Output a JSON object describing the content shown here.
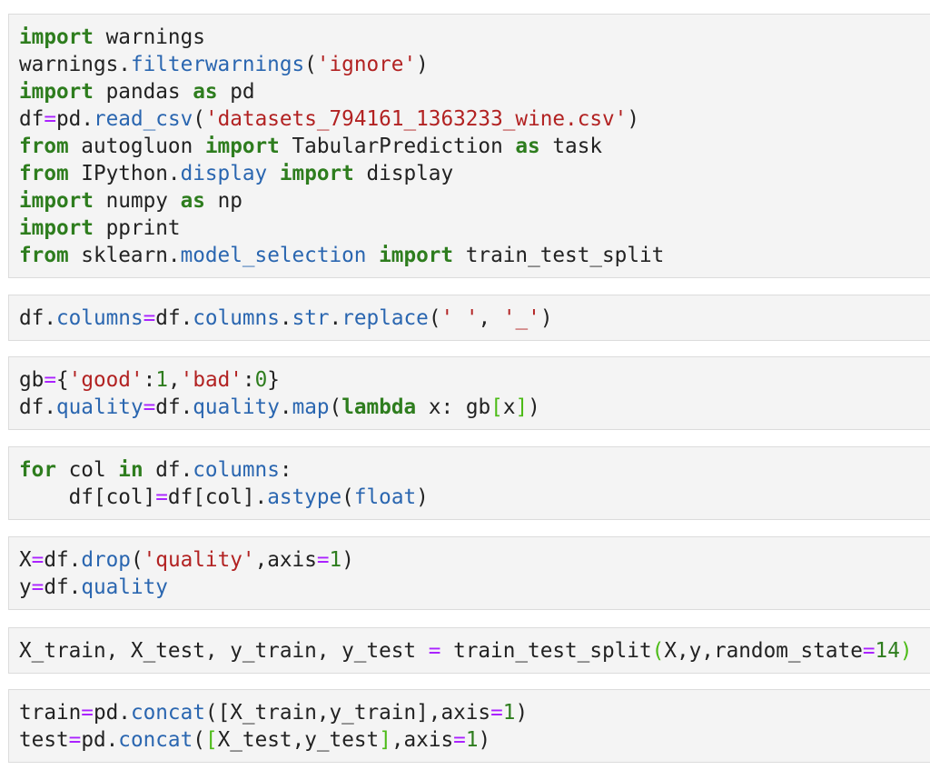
{
  "cells": [
    {
      "lines": [
        [
          [
            "k",
            "import"
          ],
          [
            "n",
            " warnings"
          ]
        ],
        [
          [
            "n",
            "warnings."
          ],
          [
            "p",
            "filterwarnings"
          ],
          [
            "n",
            "("
          ],
          [
            "s",
            "'ignore'"
          ],
          [
            "n",
            ")"
          ]
        ],
        [
          [
            "k",
            "import"
          ],
          [
            "n",
            " pandas "
          ],
          [
            "k",
            "as"
          ],
          [
            "n",
            " pd"
          ]
        ],
        [
          [
            "n",
            "df"
          ],
          [
            "o",
            "="
          ],
          [
            "n",
            "pd."
          ],
          [
            "p",
            "read_csv"
          ],
          [
            "n",
            "("
          ],
          [
            "s",
            "'datasets_794161_1363233_wine.csv'"
          ],
          [
            "n",
            ")"
          ]
        ],
        [
          [
            "k",
            "from"
          ],
          [
            "n",
            " autogluon "
          ],
          [
            "k",
            "import"
          ],
          [
            "n",
            " TabularPrediction "
          ],
          [
            "k",
            "as"
          ],
          [
            "n",
            " task"
          ]
        ],
        [
          [
            "k",
            "from"
          ],
          [
            "n",
            " IPython."
          ],
          [
            "p",
            "display"
          ],
          [
            "n",
            " "
          ],
          [
            "k",
            "import"
          ],
          [
            "n",
            " display"
          ]
        ],
        [
          [
            "k",
            "import"
          ],
          [
            "n",
            " numpy "
          ],
          [
            "k",
            "as"
          ],
          [
            "n",
            " np"
          ]
        ],
        [
          [
            "k",
            "import"
          ],
          [
            "n",
            " pprint"
          ]
        ],
        [
          [
            "k",
            "from"
          ],
          [
            "n",
            " sklearn."
          ],
          [
            "p",
            "model_selection"
          ],
          [
            "n",
            " "
          ],
          [
            "k",
            "import"
          ],
          [
            "n",
            " train_test_split"
          ]
        ]
      ]
    },
    {
      "lines": [
        [
          [
            "n",
            "df."
          ],
          [
            "p",
            "columns"
          ],
          [
            "o",
            "="
          ],
          [
            "n",
            "df."
          ],
          [
            "p",
            "columns"
          ],
          [
            "n",
            "."
          ],
          [
            "p",
            "str"
          ],
          [
            "n",
            "."
          ],
          [
            "p",
            "replace"
          ],
          [
            "n",
            "("
          ],
          [
            "s",
            "' '"
          ],
          [
            "n",
            ", "
          ],
          [
            "s",
            "'_'"
          ],
          [
            "n",
            ")"
          ]
        ]
      ]
    },
    {
      "lines": [
        [
          [
            "n",
            "gb"
          ],
          [
            "o",
            "="
          ],
          [
            "n",
            "{"
          ],
          [
            "s",
            "'good'"
          ],
          [
            "n",
            ":"
          ],
          [
            "m",
            "1"
          ],
          [
            "n",
            ","
          ],
          [
            "s",
            "'bad'"
          ],
          [
            "n",
            ":"
          ],
          [
            "m",
            "0"
          ],
          [
            "n",
            "}"
          ]
        ],
        [
          [
            "n",
            "df."
          ],
          [
            "p",
            "quality"
          ],
          [
            "o",
            "="
          ],
          [
            "n",
            "df."
          ],
          [
            "p",
            "quality"
          ],
          [
            "n",
            "."
          ],
          [
            "p",
            "map"
          ],
          [
            "n",
            "("
          ],
          [
            "k",
            "lambda"
          ],
          [
            "n",
            " x: gb"
          ],
          [
            "b",
            "["
          ],
          [
            "n",
            "x"
          ],
          [
            "b",
            "]"
          ],
          [
            "n",
            ")"
          ]
        ]
      ]
    },
    {
      "lines": [
        [
          [
            "k",
            "for"
          ],
          [
            "n",
            " col "
          ],
          [
            "k",
            "in"
          ],
          [
            "n",
            " df."
          ],
          [
            "p",
            "columns"
          ],
          [
            "n",
            ":"
          ]
        ],
        [
          [
            "n",
            "    df[col]"
          ],
          [
            "o",
            "="
          ],
          [
            "n",
            "df[col]."
          ],
          [
            "p",
            "astype"
          ],
          [
            "n",
            "("
          ],
          [
            "p",
            "float"
          ],
          [
            "n",
            ")"
          ]
        ]
      ]
    },
    {
      "lines": [
        [
          [
            "n",
            "X"
          ],
          [
            "o",
            "="
          ],
          [
            "n",
            "df."
          ],
          [
            "p",
            "drop"
          ],
          [
            "n",
            "("
          ],
          [
            "s",
            "'quality'"
          ],
          [
            "n",
            ",axis"
          ],
          [
            "o",
            "="
          ],
          [
            "m",
            "1"
          ],
          [
            "n",
            ")"
          ]
        ],
        [
          [
            "n",
            "y"
          ],
          [
            "o",
            "="
          ],
          [
            "n",
            "df."
          ],
          [
            "p",
            "quality"
          ]
        ]
      ]
    },
    {
      "lines": [
        [
          [
            "n",
            "X_train, X_test, y_train, y_test "
          ],
          [
            "o",
            "="
          ],
          [
            "n",
            " train_test_split"
          ],
          [
            "b",
            "("
          ],
          [
            "n",
            "X,y,random_state"
          ],
          [
            "o",
            "="
          ],
          [
            "m",
            "14"
          ],
          [
            "b",
            ")"
          ]
        ]
      ]
    },
    {
      "lines": [
        [
          [
            "n",
            "train"
          ],
          [
            "o",
            "="
          ],
          [
            "n",
            "pd."
          ],
          [
            "p",
            "concat"
          ],
          [
            "n",
            "([X_train,y_train],axis"
          ],
          [
            "o",
            "="
          ],
          [
            "m",
            "1"
          ],
          [
            "n",
            ")"
          ]
        ],
        [
          [
            "n",
            "test"
          ],
          [
            "o",
            "="
          ],
          [
            "n",
            "pd."
          ],
          [
            "p",
            "concat"
          ],
          [
            "n",
            "("
          ],
          [
            "b",
            "["
          ],
          [
            "n",
            "X_test,y_test"
          ],
          [
            "b",
            "]"
          ],
          [
            "n",
            ",axis"
          ],
          [
            "o",
            "="
          ],
          [
            "m",
            "1"
          ],
          [
            "n",
            ")"
          ]
        ]
      ]
    }
  ]
}
